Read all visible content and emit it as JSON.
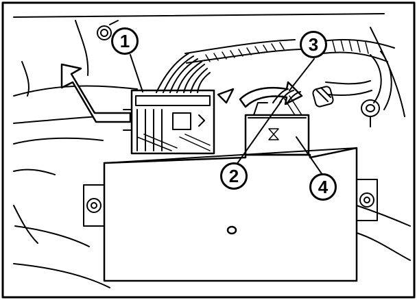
{
  "callouts": [
    {
      "label": "1"
    },
    {
      "label": "2"
    },
    {
      "label": "3"
    },
    {
      "label": "4"
    }
  ],
  "colors": {
    "ink": "#000000",
    "paper": "#ffffff"
  }
}
